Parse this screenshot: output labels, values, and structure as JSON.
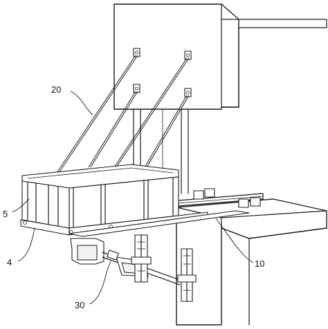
{
  "figure": {
    "reference_numerals": {
      "cables": "20",
      "frame": "5",
      "base": "4",
      "rail": "10",
      "rod": "30"
    }
  }
}
